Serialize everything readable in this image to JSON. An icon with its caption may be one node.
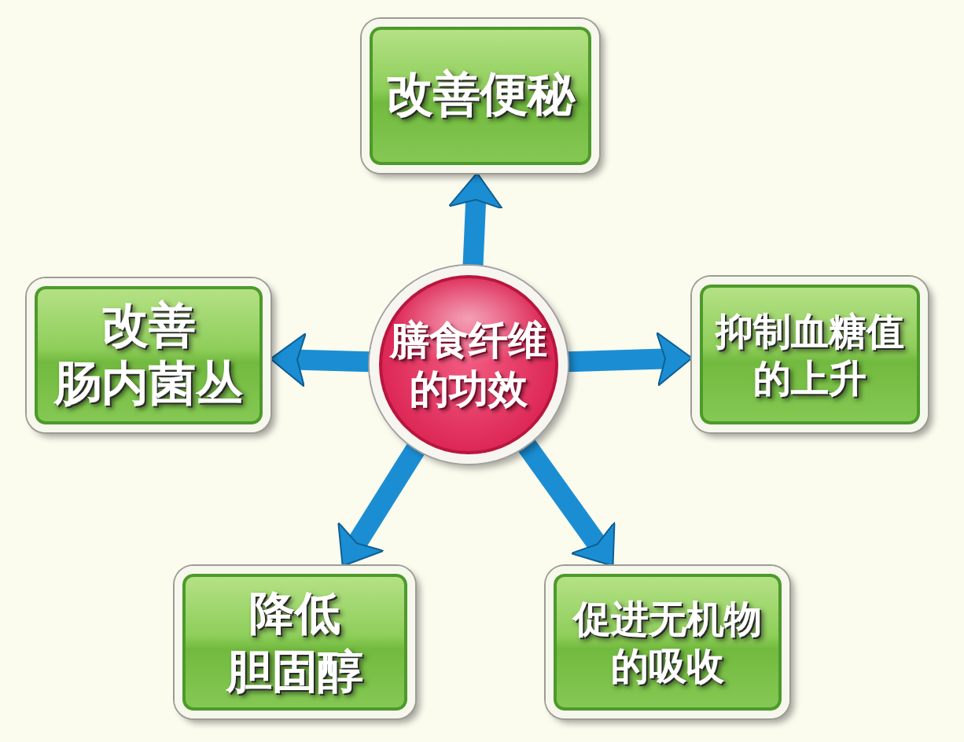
{
  "diagram": {
    "nodes": [
      {
        "text": [
          "改善便秘"
        ]
      },
      {
        "text": [
          "改善肠内菌丛"
        ]
      },
      {
        "text": [
          "膳食纤维的功效"
        ]
      },
      {
        "text": [
          "抑制血糖值的上升"
        ]
      },
      {
        "text": [
          "降低胆固醇"
        ]
      },
      {
        "text": [
          "促进无机物的吸收"
        ]
      }
    ],
    "edges": [
      {
        "from": 2,
        "to": 0,
        "arrow": "to"
      },
      {
        "from": 2,
        "to": 1,
        "arrow": "to"
      },
      {
        "from": 2,
        "to": 3,
        "arrow": "to"
      },
      {
        "from": 2,
        "to": 4,
        "arrow": "to"
      },
      {
        "from": 2,
        "to": 5,
        "arrow": "to"
      }
    ]
  }
}
